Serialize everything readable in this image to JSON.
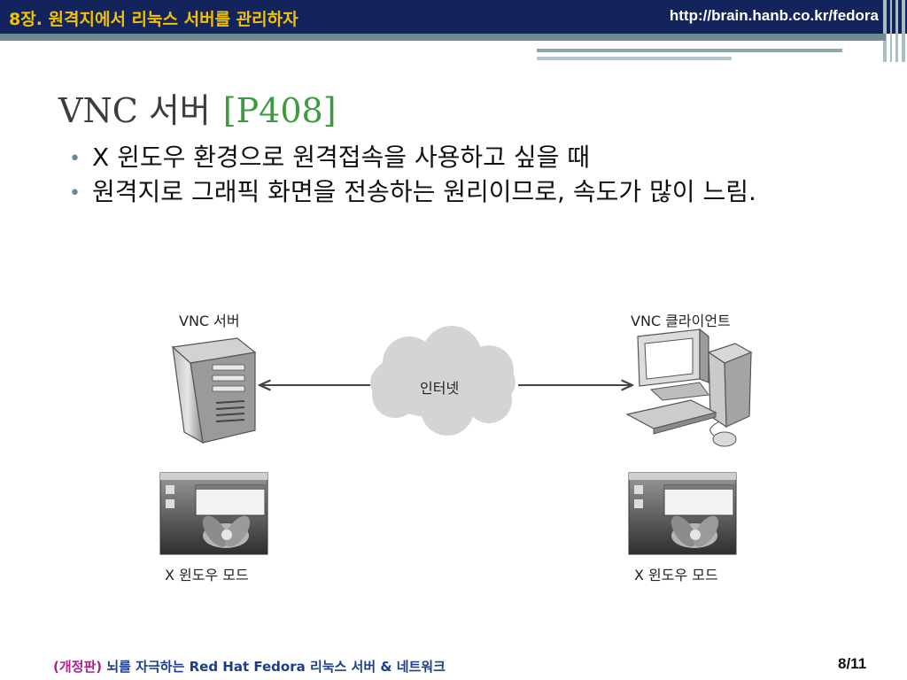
{
  "header": {
    "chapter": "8장. 원격지에서 리눅스 서버를 관리하자",
    "url": "http://brain.hanb.co.kr/fedora"
  },
  "slide": {
    "title": "VNC 서버",
    "title_ref": "[P408]",
    "bullets": [
      "X 윈도우 환경으로 원격접속을 사용하고 싶을 때",
      "원격지로 그래픽 화면을 전송하는 원리이므로, 속도가 많이 느림."
    ]
  },
  "diagram": {
    "server_label": "VNC 서버",
    "client_label": "VNC 클라이언트",
    "cloud_label": "인터넷",
    "left_screen_label": "X 윈도우 모드",
    "right_screen_label": "X 윈도우 모드"
  },
  "footer": {
    "prefix": "(개정판)",
    "book": " 뇌를 자극하는 Red Hat Fedora 리눅스 서버 & 네트워크",
    "page": "8/11"
  },
  "colors": {
    "header_bg": "#13245c",
    "chapter_text": "#f2c200",
    "title_ref": "#3e9a3e",
    "footer_text": "#1e3c8c",
    "footer_prefix": "#b0208a"
  }
}
